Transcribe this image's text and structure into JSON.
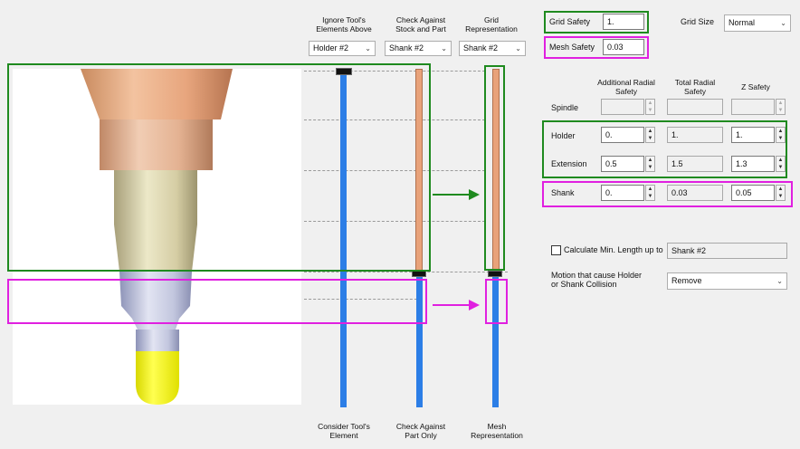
{
  "columns": {
    "ignore": {
      "header": "Ignore Tool's Elements Above",
      "header_l1": "Ignore Tool's",
      "header_l2": "Elements Above",
      "value": "Holder #2",
      "footer_l1": "Consider Tool's",
      "footer_l2": "Element"
    },
    "check": {
      "header_l1": "Check Against",
      "header_l2": "Stock and Part",
      "value": "Shank #2",
      "footer_l1": "Check Against",
      "footer_l2": "Part Only"
    },
    "grid": {
      "header_l1": "Grid",
      "header_l2": "Representation",
      "value": "Shank #2",
      "footer_l1": "Mesh",
      "footer_l2": "Representation"
    }
  },
  "grid_safety": {
    "label": "Grid Safety",
    "value": "1."
  },
  "grid_size": {
    "label": "Grid Size",
    "value": "Normal"
  },
  "mesh_safety": {
    "label": "Mesh Safety",
    "value": "0.03"
  },
  "table": {
    "col_additional_l1": "Additional Radial",
    "col_additional_l2": "Safety",
    "col_total_l1": "Total Radial",
    "col_total_l2": "Safety",
    "col_z": "Z Safety",
    "rows": {
      "spindle": {
        "label": "Spindle",
        "additional": "",
        "total": "",
        "z": ""
      },
      "holder": {
        "label": "Holder",
        "additional": "0.",
        "total": "1.",
        "z": "1."
      },
      "extension": {
        "label": "Extension",
        "additional": "0.5",
        "total": "1.5",
        "z": "1.3"
      },
      "shank": {
        "label": "Shank",
        "additional": "0.",
        "total": "0.03",
        "z": "0.05"
      }
    }
  },
  "calc_min_length": {
    "label": "Calculate Min. Length up to",
    "checked": false,
    "value": "Shank #2"
  },
  "motion": {
    "label_l1": "Motion that cause Holder",
    "label_l2": "or Shank Collision",
    "value": "Remove"
  },
  "colors": {
    "green": "#1f8a1f",
    "magenta": "#e020e0",
    "blue": "#2c7ee6",
    "copper": "#e8a27a"
  }
}
